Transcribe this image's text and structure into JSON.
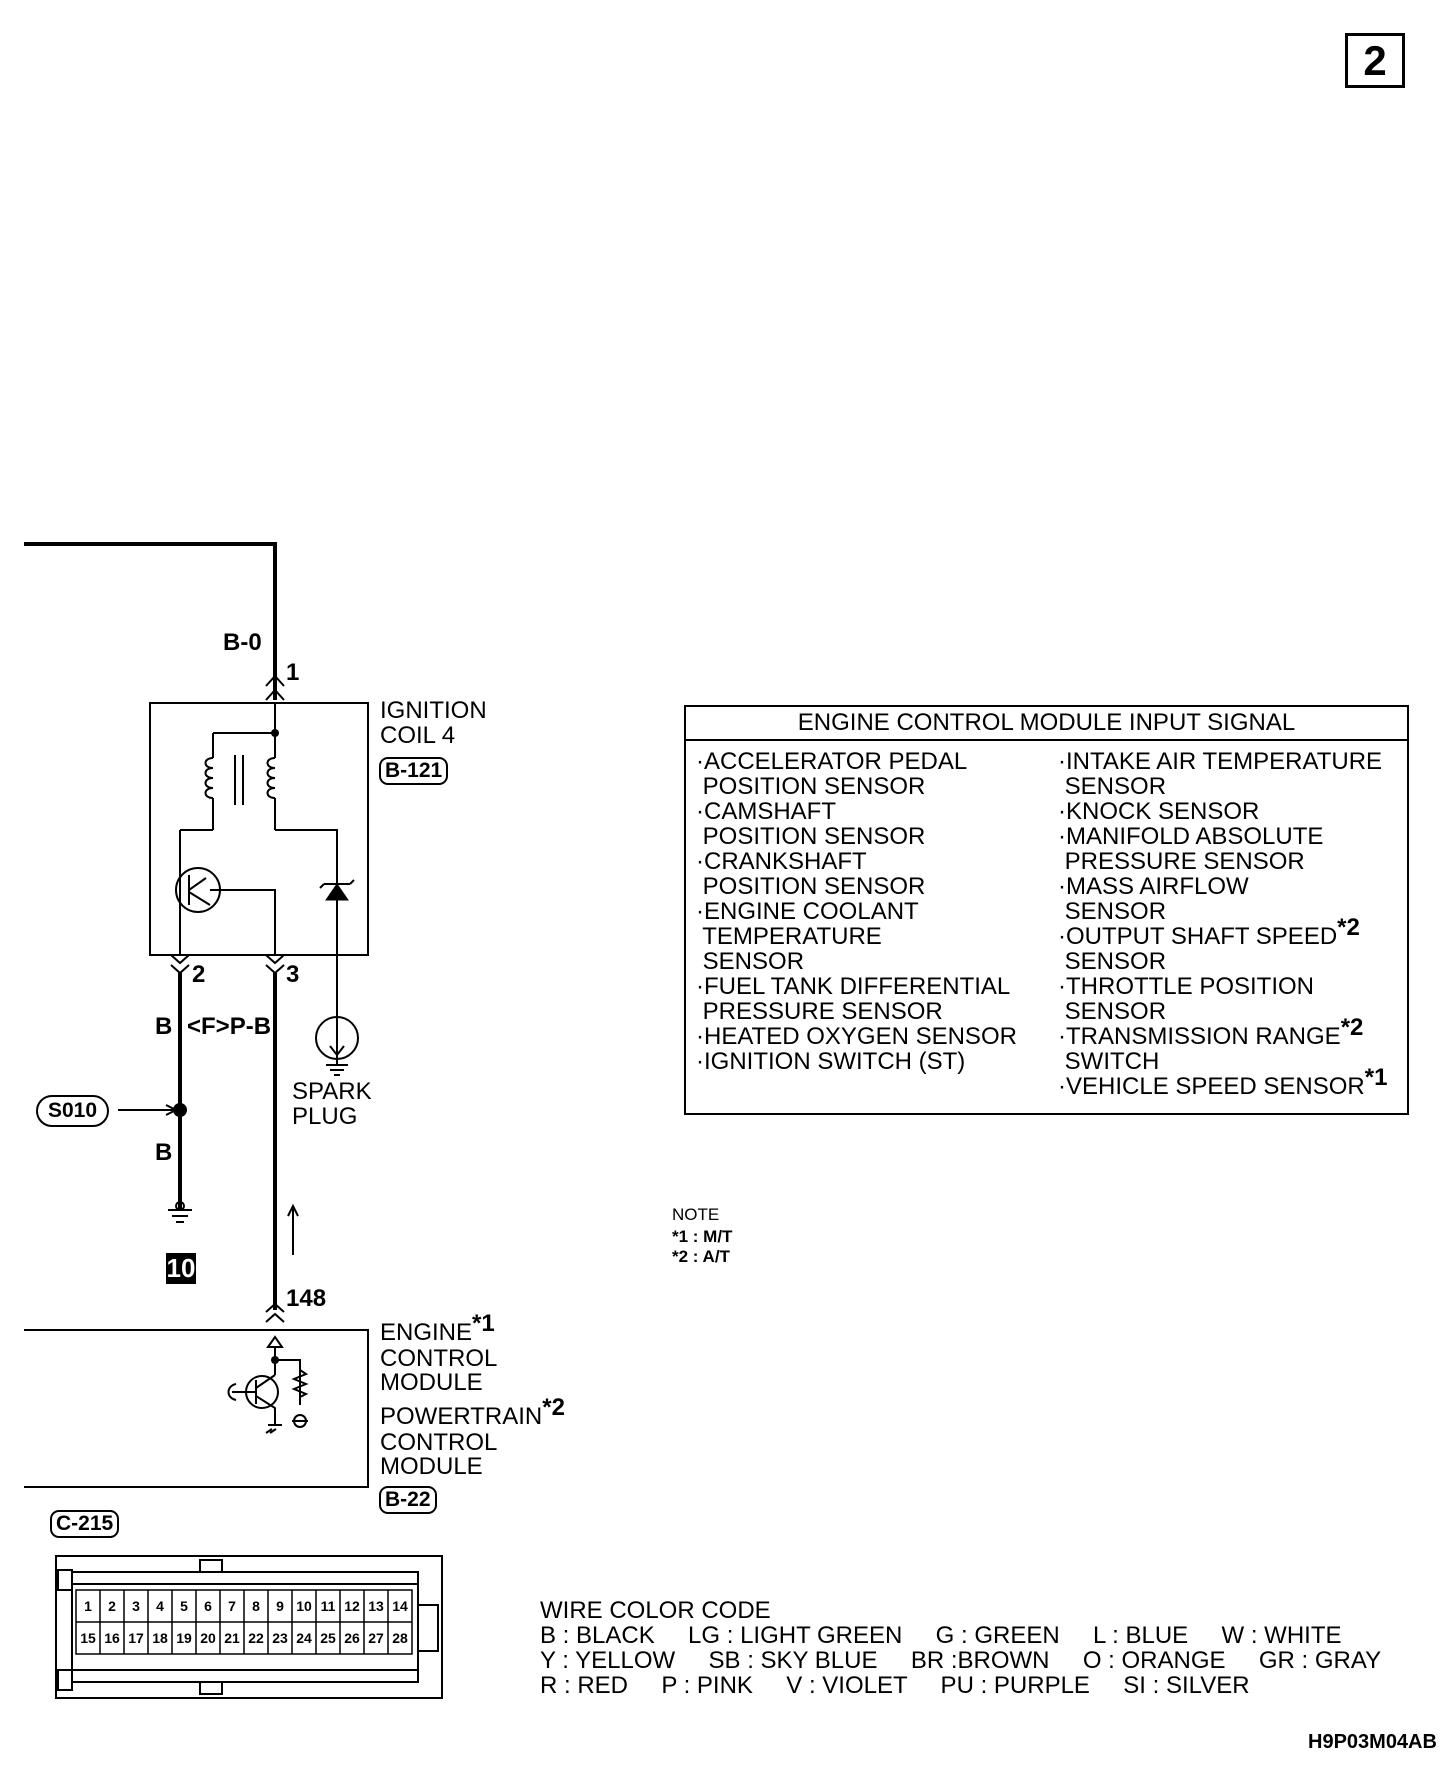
{
  "page_number": "2",
  "diagram_id": "H9P03M04AB",
  "wires": {
    "top": "B-0",
    "pin2_wire": "B",
    "pin3_wire": "<F>P-B",
    "ground_wire": "B"
  },
  "pins": {
    "p1": "1",
    "p2": "2",
    "p3": "3",
    "p148": "148"
  },
  "ignition_coil": {
    "line1": "IGNITION",
    "line2": "COIL 4",
    "connector": "B-121"
  },
  "spark_plug": {
    "line1": "SPARK",
    "line2": "PLUG"
  },
  "splice": "S010",
  "ground": "10",
  "ecm": {
    "line1": "ENGINE",
    "star1": "*1",
    "line2": "CONTROL",
    "line3": "MODULE",
    "line4": "POWERTRAIN",
    "star2": "*2",
    "line5": "CONTROL",
    "line6": "MODULE",
    "connector": "B-22"
  },
  "c215": {
    "connector": "C-215",
    "row1": [
      "1",
      "2",
      "3",
      "4",
      "5",
      "6",
      "7",
      "8",
      "9",
      "10",
      "11",
      "12",
      "13",
      "14"
    ],
    "row2": [
      "15",
      "16",
      "17",
      "18",
      "19",
      "20",
      "21",
      "22",
      "23",
      "24",
      "25",
      "26",
      "27",
      "28"
    ]
  },
  "signal_box": {
    "title": "ENGINE CONTROL MODULE INPUT SIGNAL",
    "left": [
      "·ACCELERATOR PEDAL",
      " POSITION SENSOR",
      "·CAMSHAFT",
      " POSITION SENSOR",
      "·CRANKSHAFT",
      " POSITION SENSOR",
      "·ENGINE COOLANT",
      " TEMPERATURE",
      " SENSOR",
      "·FUEL TANK DIFFERENTIAL",
      " PRESSURE SENSOR",
      "·HEATED OXYGEN SENSOR",
      "·IGNITION SWITCH (ST)"
    ],
    "right": [
      {
        "t": "·INTAKE AIR TEMPERATURE",
        "s": ""
      },
      {
        "t": " SENSOR",
        "s": ""
      },
      {
        "t": "·KNOCK SENSOR",
        "s": ""
      },
      {
        "t": "·MANIFOLD ABSOLUTE",
        "s": ""
      },
      {
        "t": " PRESSURE SENSOR",
        "s": ""
      },
      {
        "t": "·MASS AIRFLOW",
        "s": ""
      },
      {
        "t": " SENSOR",
        "s": ""
      },
      {
        "t": "·OUTPUT SHAFT SPEED",
        "s": "*2"
      },
      {
        "t": " SENSOR",
        "s": ""
      },
      {
        "t": "·THROTTLE POSITION",
        "s": ""
      },
      {
        "t": " SENSOR",
        "s": ""
      },
      {
        "t": "·TRANSMISSION RANGE",
        "s": "*2"
      },
      {
        "t": " SWITCH",
        "s": ""
      },
      {
        "t": "·VEHICLE SPEED SENSOR",
        "s": "*1"
      }
    ]
  },
  "note": {
    "title": "NOTE",
    "n1": "*1 : M/T",
    "n2": "*2 : A/T"
  },
  "wire_color_code": {
    "title": "WIRE COLOR CODE",
    "line1": "B : BLACK     LG : LIGHT GREEN     G : GREEN     L : BLUE     W : WHITE",
    "line2": "Y : YELLOW     SB : SKY BLUE     BR :BROWN     O : ORANGE     GR : GRAY",
    "line3": "R : RED     P : PINK     V : VIOLET     PU : PURPLE     SI : SILVER"
  }
}
